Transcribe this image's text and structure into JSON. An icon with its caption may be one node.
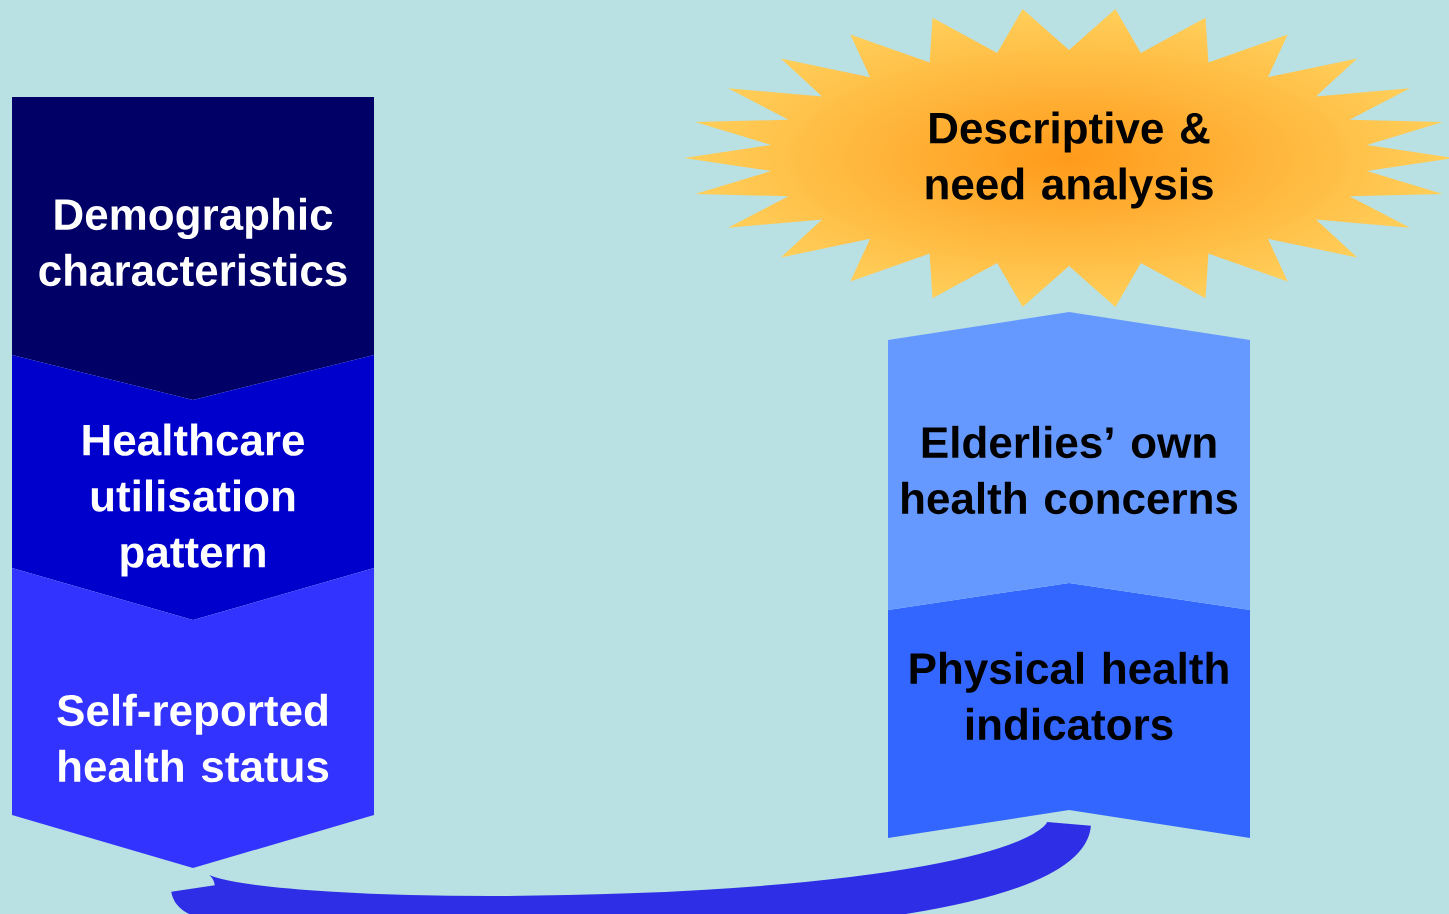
{
  "diagram": {
    "nodes": [
      {
        "text": [
          "Demographic characteristics"
        ]
      },
      {
        "text": [
          "Healthcare utilisation pattern"
        ]
      },
      {
        "text": [
          "Self-reported health status"
        ]
      },
      {
        "text": [
          "Physical health indicators"
        ]
      },
      {
        "text": [
          "Elderlies’ own health concerns"
        ]
      },
      {
        "text": [
          "Descriptive & need analysis"
        ]
      }
    ],
    "edges": [
      {
        "from": 2,
        "to": 3,
        "arrow": "none"
      }
    ]
  }
}
